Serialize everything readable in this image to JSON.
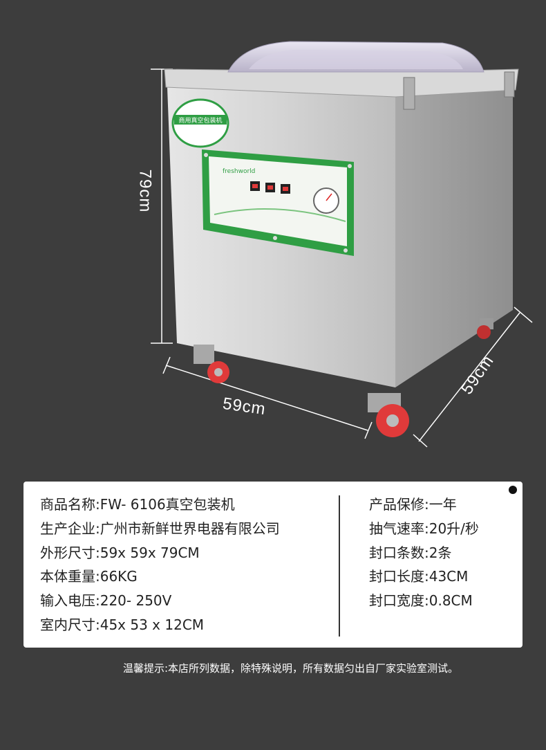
{
  "dimensions": {
    "height_label": "79cm",
    "width_label": "59cm",
    "depth_label": "59cm"
  },
  "machine": {
    "sticker_text": "商用真空包装机",
    "panel_brand": "freshworld"
  },
  "specs_left": [
    "商品名称:FW- 6106真空包装机",
    "生产企业:广州市新鲜世界电器有限公司",
    "外形尺寸:59x 59x 79CM",
    "本体重量:66KG",
    "输入电压:220- 250V",
    "室内尺寸:45x 53 x 12CM"
  ],
  "specs_right": [
    "产品保修:一年",
    "抽气速率:20升/秒",
    "封口条数:2条",
    "封口长度:43CM",
    "封口宽度:0.8CM"
  ],
  "footnote": "温馨提示:本店所列数据，除特殊说明，所有数据匀出自厂家实验室测试。",
  "colors": {
    "background": "#3d3d3d",
    "panel_green": "#2f9e44",
    "caster_red": "#e03a3a",
    "steel": "#c8c8c8"
  }
}
